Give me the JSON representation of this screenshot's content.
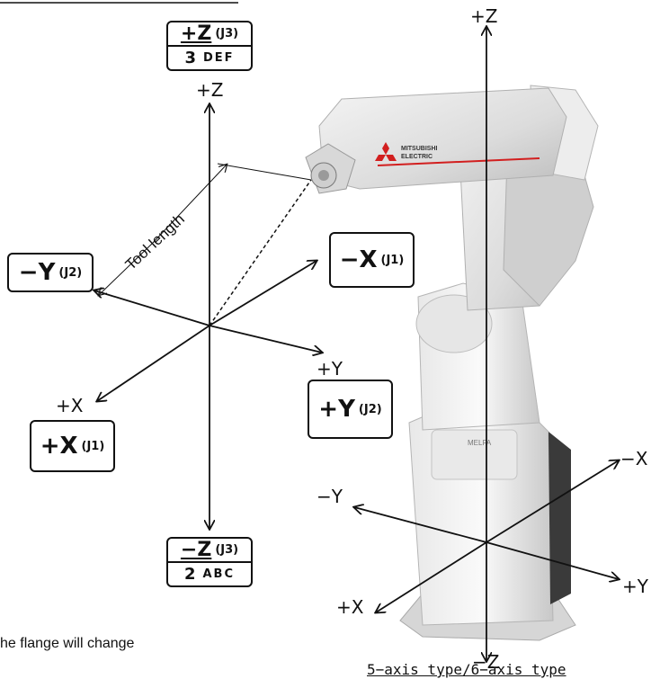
{
  "keys": {
    "plus_z": {
      "main": "+Z",
      "sub": "(J3)",
      "num": "3",
      "letters": "DEF"
    },
    "minus_z": {
      "main": "−Z",
      "sub": "(J3)",
      "num": "2",
      "letters": "ABC"
    },
    "minus_y": {
      "main": "−Y",
      "sub": "(J2)"
    },
    "minus_x": {
      "main": "−X",
      "sub": "(J1)"
    },
    "plus_y": {
      "main": "+Y",
      "sub": "(J2)"
    },
    "plus_x": {
      "main": "+X",
      "sub": "(J1)"
    }
  },
  "left_axes": {
    "plus_z": "+Z",
    "plus_y": "+Y",
    "plus_x": "+X"
  },
  "tool_length": "Tool length",
  "robot_axes": {
    "plus_z": "+Z",
    "minus_z": "−Z",
    "minus_x": "−X",
    "minus_y": "−Y",
    "plus_x": "+X",
    "plus_y": "+Y"
  },
  "robot": {
    "brand_top": "MITSUBISHI",
    "brand_bottom": "ELECTRIC",
    "base_label": "MELFA"
  },
  "note": "he flange will change",
  "caption": "5−axis type/6−axis type"
}
